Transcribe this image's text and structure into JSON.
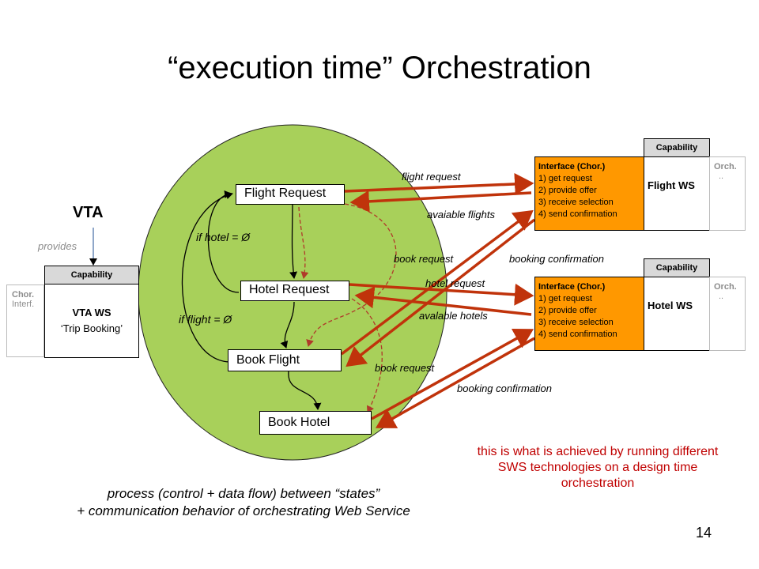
{
  "title": "“execution time” Orchestration",
  "vta": {
    "label": "VTA",
    "provides": "provides",
    "capability_tab": "Capability",
    "ws_name": "VTA WS",
    "ws_subtitle": "‘Trip Booking’",
    "side_line1": "Chor.",
    "side_line2": "Interf."
  },
  "process": {
    "states": [
      "Flight Request",
      "Hotel Request",
      "Book Flight",
      "Book Hotel"
    ],
    "conditions": [
      "if hotel = Ø",
      "if flight = Ø"
    ]
  },
  "messages": {
    "flight_request": "flight request",
    "available_flights": "avaiable flights",
    "book_request_1": "book request",
    "booking_confirmation_1": "booking confirmation",
    "hotel_request": "hotel request",
    "available_hotels": "avalable hotels",
    "book_request_2": "book request",
    "booking_confirmation_2": "booking confirmation"
  },
  "flight_ws": {
    "capability_tab": "Capability",
    "interface_title": "Interface  (Chor.)",
    "steps": [
      "1)  get request",
      "2)  provide offer",
      "3)  receive selection",
      "4)  send confirmation"
    ],
    "name": "Flight WS",
    "orch_label": "Orch.",
    "orch_dots": ".."
  },
  "hotel_ws": {
    "capability_tab": "Capability",
    "interface_title": "Interface  (Chor.)",
    "steps": [
      "1)  get request",
      "2)  provide offer",
      "3)  receive selection",
      "4)  send confirmation"
    ],
    "name": "Hotel WS",
    "orch_label": "Orch.",
    "orch_dots": ".."
  },
  "note": "this is what is achieved by running different SWS technologies on a design time orchestration",
  "caption_line1": "process (control + data flow) between “states”",
  "caption_line2": "+ communication behavior of orchestrating Web Service",
  "page_number": "14",
  "colors": {
    "ellipse": "#a8d05a",
    "interface": "#ff9800",
    "message_arrow": "#c0330b",
    "dataflow": "#b0392a",
    "note_text": "#c00000"
  }
}
